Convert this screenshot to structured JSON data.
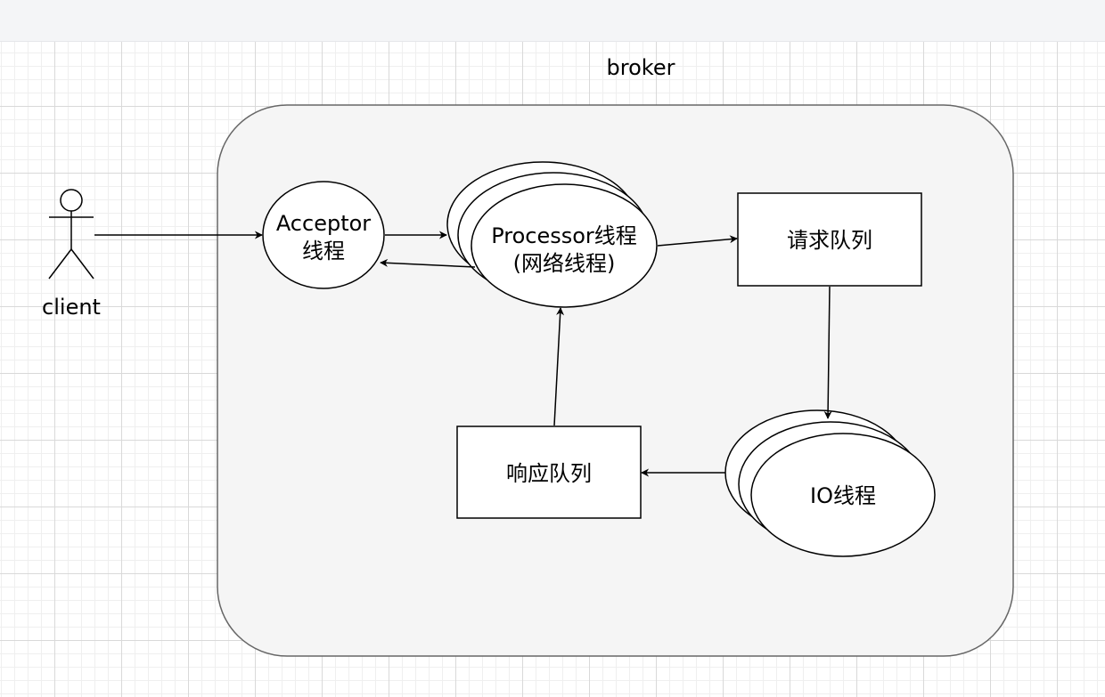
{
  "diagram": {
    "container_label": "broker",
    "client_label": "client",
    "acceptor": {
      "line1": "Acceptor",
      "line2": "线程"
    },
    "processor": {
      "line1": "Processor线程",
      "line2": "(网络线程)"
    },
    "request_queue": "请求队列",
    "response_queue": "响应队列",
    "io_thread": "IO线程"
  },
  "colors": {
    "container_fill": "#f5f5f5",
    "container_stroke": "#666666",
    "shape_stroke": "#000000",
    "shape_fill": "#ffffff"
  }
}
